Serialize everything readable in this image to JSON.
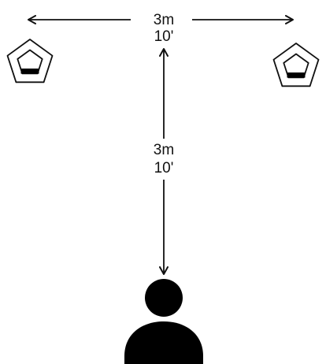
{
  "horizontal_distance": {
    "metric": "3m",
    "imperial": "10'"
  },
  "vertical_distance": {
    "metric": "3m",
    "imperial": "10'"
  },
  "icons": {
    "left_speaker": "speaker-icon",
    "right_speaker": "speaker-icon",
    "listener": "person-icon"
  },
  "colors": {
    "line": "#111111",
    "fill": "#000000",
    "background": "#ffffff"
  }
}
